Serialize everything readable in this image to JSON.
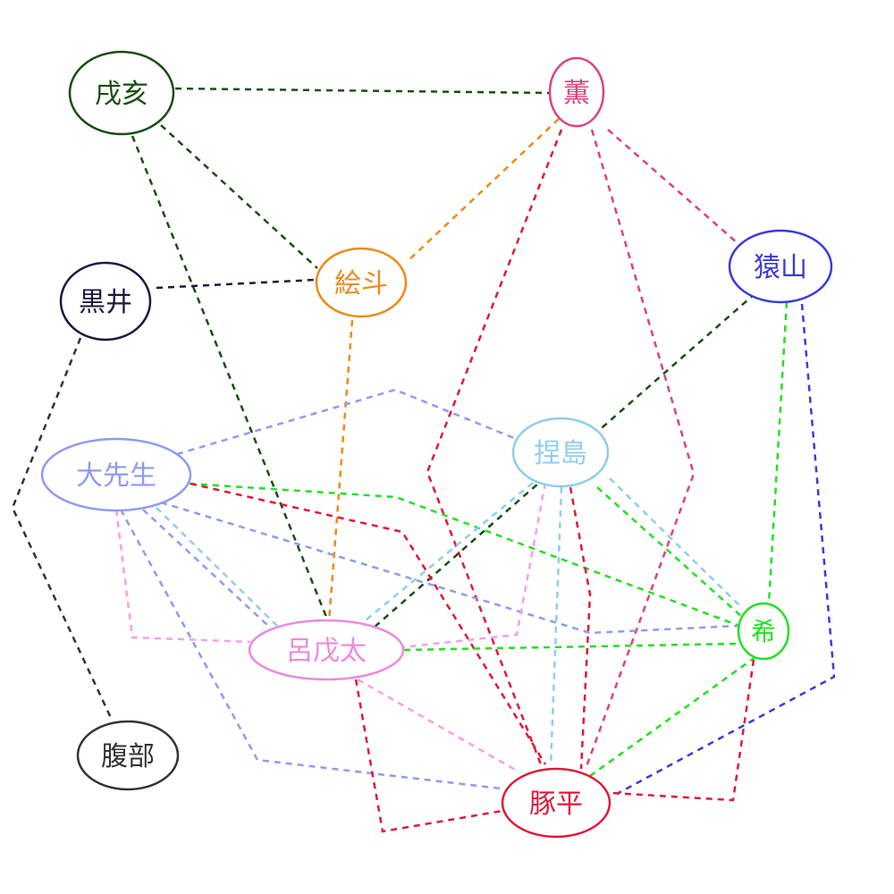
{
  "diagram": {
    "type": "relationship-graph",
    "nodes": [
      {
        "id": "inui",
        "label": "戌亥",
        "color": "#1a4d14"
      },
      {
        "id": "kaoru",
        "label": "薫",
        "color": "#e0407f"
      },
      {
        "id": "saruyama",
        "label": "猿山",
        "color": "#3a3adb"
      },
      {
        "id": "emoto",
        "label": "絵斗",
        "color": "#ef8a1a"
      },
      {
        "id": "kuroi",
        "label": "黒井",
        "color": "#1a1a40"
      },
      {
        "id": "daisensei",
        "label": "大先生",
        "color": "#8f9af0"
      },
      {
        "id": "nejishima",
        "label": "捏島",
        "color": "#8fcdf0"
      },
      {
        "id": "nozomu",
        "label": "希",
        "color": "#22e022"
      },
      {
        "id": "rotta",
        "label": "呂戊太",
        "color": "#ee88e0"
      },
      {
        "id": "harabe",
        "label": "腹部",
        "color": "#333333"
      },
      {
        "id": "tonpei",
        "label": "豚平",
        "color": "#e0183a"
      }
    ],
    "edges": [
      {
        "from": "inui",
        "to": "kaoru",
        "color": "#1a4d14"
      },
      {
        "from": "inui",
        "to": "emoto",
        "color": "#1a4d14"
      },
      {
        "from": "inui",
        "to": "rotta",
        "color": "#1a4d14"
      },
      {
        "from": "kaoru",
        "to": "emoto",
        "color": "#ef8a1a"
      },
      {
        "from": "kaoru",
        "to": "tonpei",
        "color": "#e0183a"
      },
      {
        "from": "kaoru",
        "to": "tonpei",
        "color": "#e0407f"
      },
      {
        "from": "kaoru",
        "to": "saruyama",
        "color": "#e0407f"
      },
      {
        "from": "kuroi",
        "to": "emoto",
        "color": "#1a1a40"
      },
      {
        "from": "emoto",
        "to": "rotta",
        "color": "#ef8a1a"
      },
      {
        "from": "saruyama",
        "to": "rotta",
        "color": "#1a4d14"
      },
      {
        "from": "saruyama",
        "to": "nozomu",
        "color": "#22e022"
      },
      {
        "from": "saruyama",
        "to": "tonpei",
        "color": "#3a3adb"
      },
      {
        "from": "kuroi",
        "to": "harabe",
        "color": "#333333"
      },
      {
        "from": "daisensei",
        "to": "nejishima",
        "color": "#8f9af0"
      },
      {
        "from": "daisensei",
        "to": "nozomu",
        "color": "#22e022"
      },
      {
        "from": "daisensei",
        "to": "tonpei",
        "color": "#e0183a"
      },
      {
        "from": "daisensei",
        "to": "nozomu",
        "color": "#8f9af0"
      },
      {
        "from": "daisensei",
        "to": "rotta",
        "color": "#8fcdf0"
      },
      {
        "from": "daisensei",
        "to": "rotta",
        "color": "#8f9af0"
      },
      {
        "from": "daisensei",
        "to": "rotta",
        "color": "#f4a0e6"
      },
      {
        "from": "daisensei",
        "to": "tonpei",
        "color": "#8f9af0"
      },
      {
        "from": "nejishima",
        "to": "rotta",
        "color": "#8fcdf0"
      },
      {
        "from": "nejishima",
        "to": "rotta",
        "color": "#f4a0e6"
      },
      {
        "from": "nejishima",
        "to": "tonpei",
        "color": "#8fcdf0"
      },
      {
        "from": "nejishima",
        "to": "tonpei",
        "color": "#e0183a"
      },
      {
        "from": "nejishima",
        "to": "nozomu",
        "color": "#22e022"
      },
      {
        "from": "nejishima",
        "to": "nozomu",
        "color": "#8fcdf0"
      },
      {
        "from": "rotta",
        "to": "nozomu",
        "color": "#22e022"
      },
      {
        "from": "rotta",
        "to": "tonpei",
        "color": "#f4a0e6"
      },
      {
        "from": "rotta",
        "to": "tonpei",
        "color": "#e0183a"
      },
      {
        "from": "nozomu",
        "to": "tonpei",
        "color": "#22e022"
      },
      {
        "from": "nozomu",
        "to": "tonpei",
        "color": "#e0183a"
      }
    ]
  }
}
